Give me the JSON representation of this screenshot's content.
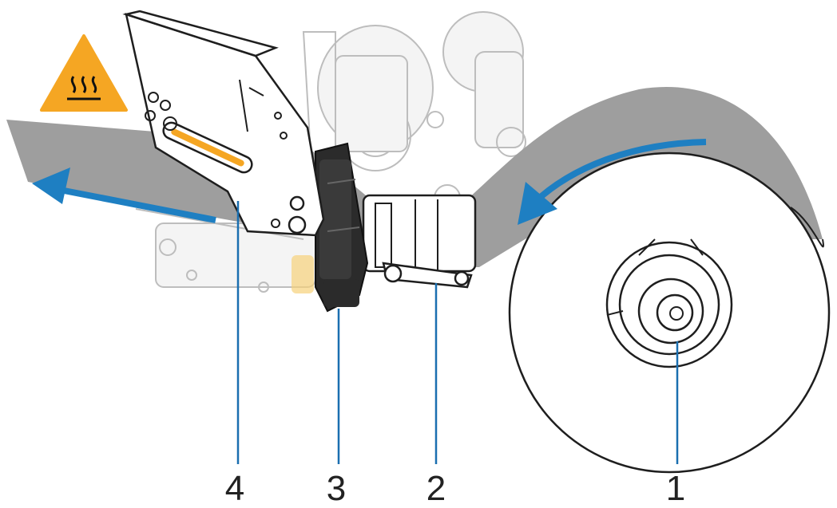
{
  "callouts": [
    {
      "id": "1",
      "label": "1"
    },
    {
      "id": "2",
      "label": "2"
    },
    {
      "id": "3",
      "label": "3"
    },
    {
      "id": "4",
      "label": "4"
    }
  ],
  "warning": {
    "icon": "hot-surface-warning-icon",
    "color": "#f5a623"
  },
  "colors": {
    "media": "#9e9e9e",
    "arrow": "#1e7fc2",
    "leader": "#1a6fb0",
    "slot_accent": "#f5a623"
  }
}
